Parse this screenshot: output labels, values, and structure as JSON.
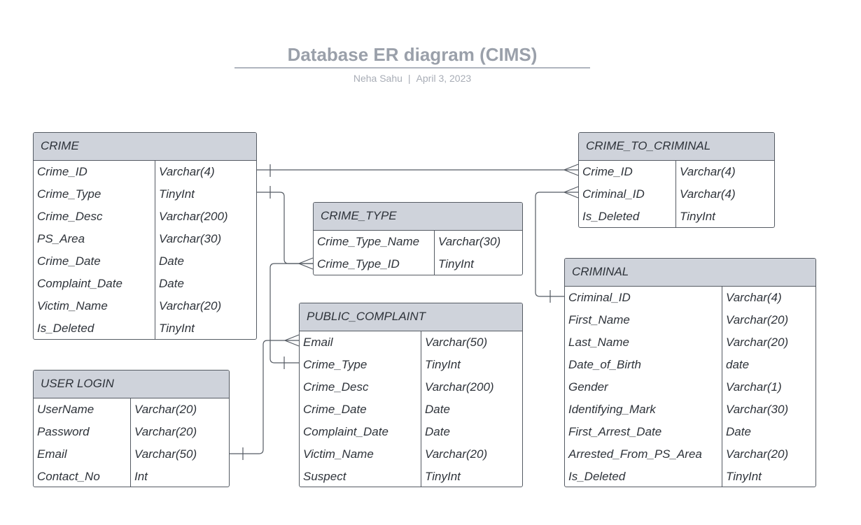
{
  "diagram": {
    "title": "Database ER diagram (CIMS)",
    "author": "Neha Sahu",
    "separator": "|",
    "date": "April 3, 2023"
  },
  "colors": {
    "header_fill": "#cfd3db",
    "border": "#555b63",
    "title_text": "#9aa0aa",
    "body_text": "#2e333a"
  },
  "entities": {
    "crime": {
      "name": "CRIME",
      "fields": [
        {
          "name": "Crime_ID",
          "type": "Varchar(4)"
        },
        {
          "name": "Crime_Type",
          "type": "TinyInt"
        },
        {
          "name": "Crime_Desc",
          "type": "Varchar(200)"
        },
        {
          "name": "PS_Area",
          "type": "Varchar(30)"
        },
        {
          "name": "Crime_Date",
          "type": "Date"
        },
        {
          "name": "Complaint_Date",
          "type": "Date"
        },
        {
          "name": "Victim_Name",
          "type": "Varchar(20)"
        },
        {
          "name": "Is_Deleted",
          "type": "TinyInt"
        }
      ]
    },
    "crime_to_criminal": {
      "name": "CRIME_TO_CRIMINAL",
      "fields": [
        {
          "name": "Crime_ID",
          "type": "Varchar(4)"
        },
        {
          "name": "Criminal_ID",
          "type": "Varchar(4)"
        },
        {
          "name": "Is_Deleted",
          "type": "TinyInt"
        }
      ]
    },
    "crime_type": {
      "name": "CRIME_TYPE",
      "fields": [
        {
          "name": "Crime_Type_Name",
          "type": "Varchar(30)"
        },
        {
          "name": "Crime_Type_ID",
          "type": "TinyInt"
        }
      ]
    },
    "criminal": {
      "name": "CRIMINAL",
      "fields": [
        {
          "name": "Criminal_ID",
          "type": "Varchar(4)"
        },
        {
          "name": "First_Name",
          "type": "Varchar(20)"
        },
        {
          "name": "Last_Name",
          "type": "Varchar(20)"
        },
        {
          "name": "Date_of_Birth",
          "type": "date"
        },
        {
          "name": "Gender",
          "type": "Varchar(1)"
        },
        {
          "name": "Identifying_Mark",
          "type": "Varchar(30)"
        },
        {
          "name": "First_Arrest_Date",
          "type": "Date"
        },
        {
          "name": "Arrested_From_PS_Area",
          "type": "Varchar(20)"
        },
        {
          "name": "Is_Deleted",
          "type": "TinyInt"
        }
      ]
    },
    "public_complaint": {
      "name": "PUBLIC_COMPLAINT",
      "fields": [
        {
          "name": "Email",
          "type": "Varchar(50)"
        },
        {
          "name": "Crime_Type",
          "type": "TinyInt"
        },
        {
          "name": "Crime_Desc",
          "type": "Varchar(200)"
        },
        {
          "name": "Crime_Date",
          "type": "Date"
        },
        {
          "name": "Complaint_Date",
          "type": "Date"
        },
        {
          "name": "Victim_Name",
          "type": "Varchar(20)"
        },
        {
          "name": "Suspect",
          "type": "TinyInt"
        }
      ]
    },
    "user_login": {
      "name": "USER LOGIN",
      "fields": [
        {
          "name": "UserName",
          "type": "Varchar(20)"
        },
        {
          "name": "Password",
          "type": "Varchar(20)"
        },
        {
          "name": "Email",
          "type": "Varchar(50)"
        },
        {
          "name": "Contact_No",
          "type": "Int"
        }
      ]
    }
  }
}
